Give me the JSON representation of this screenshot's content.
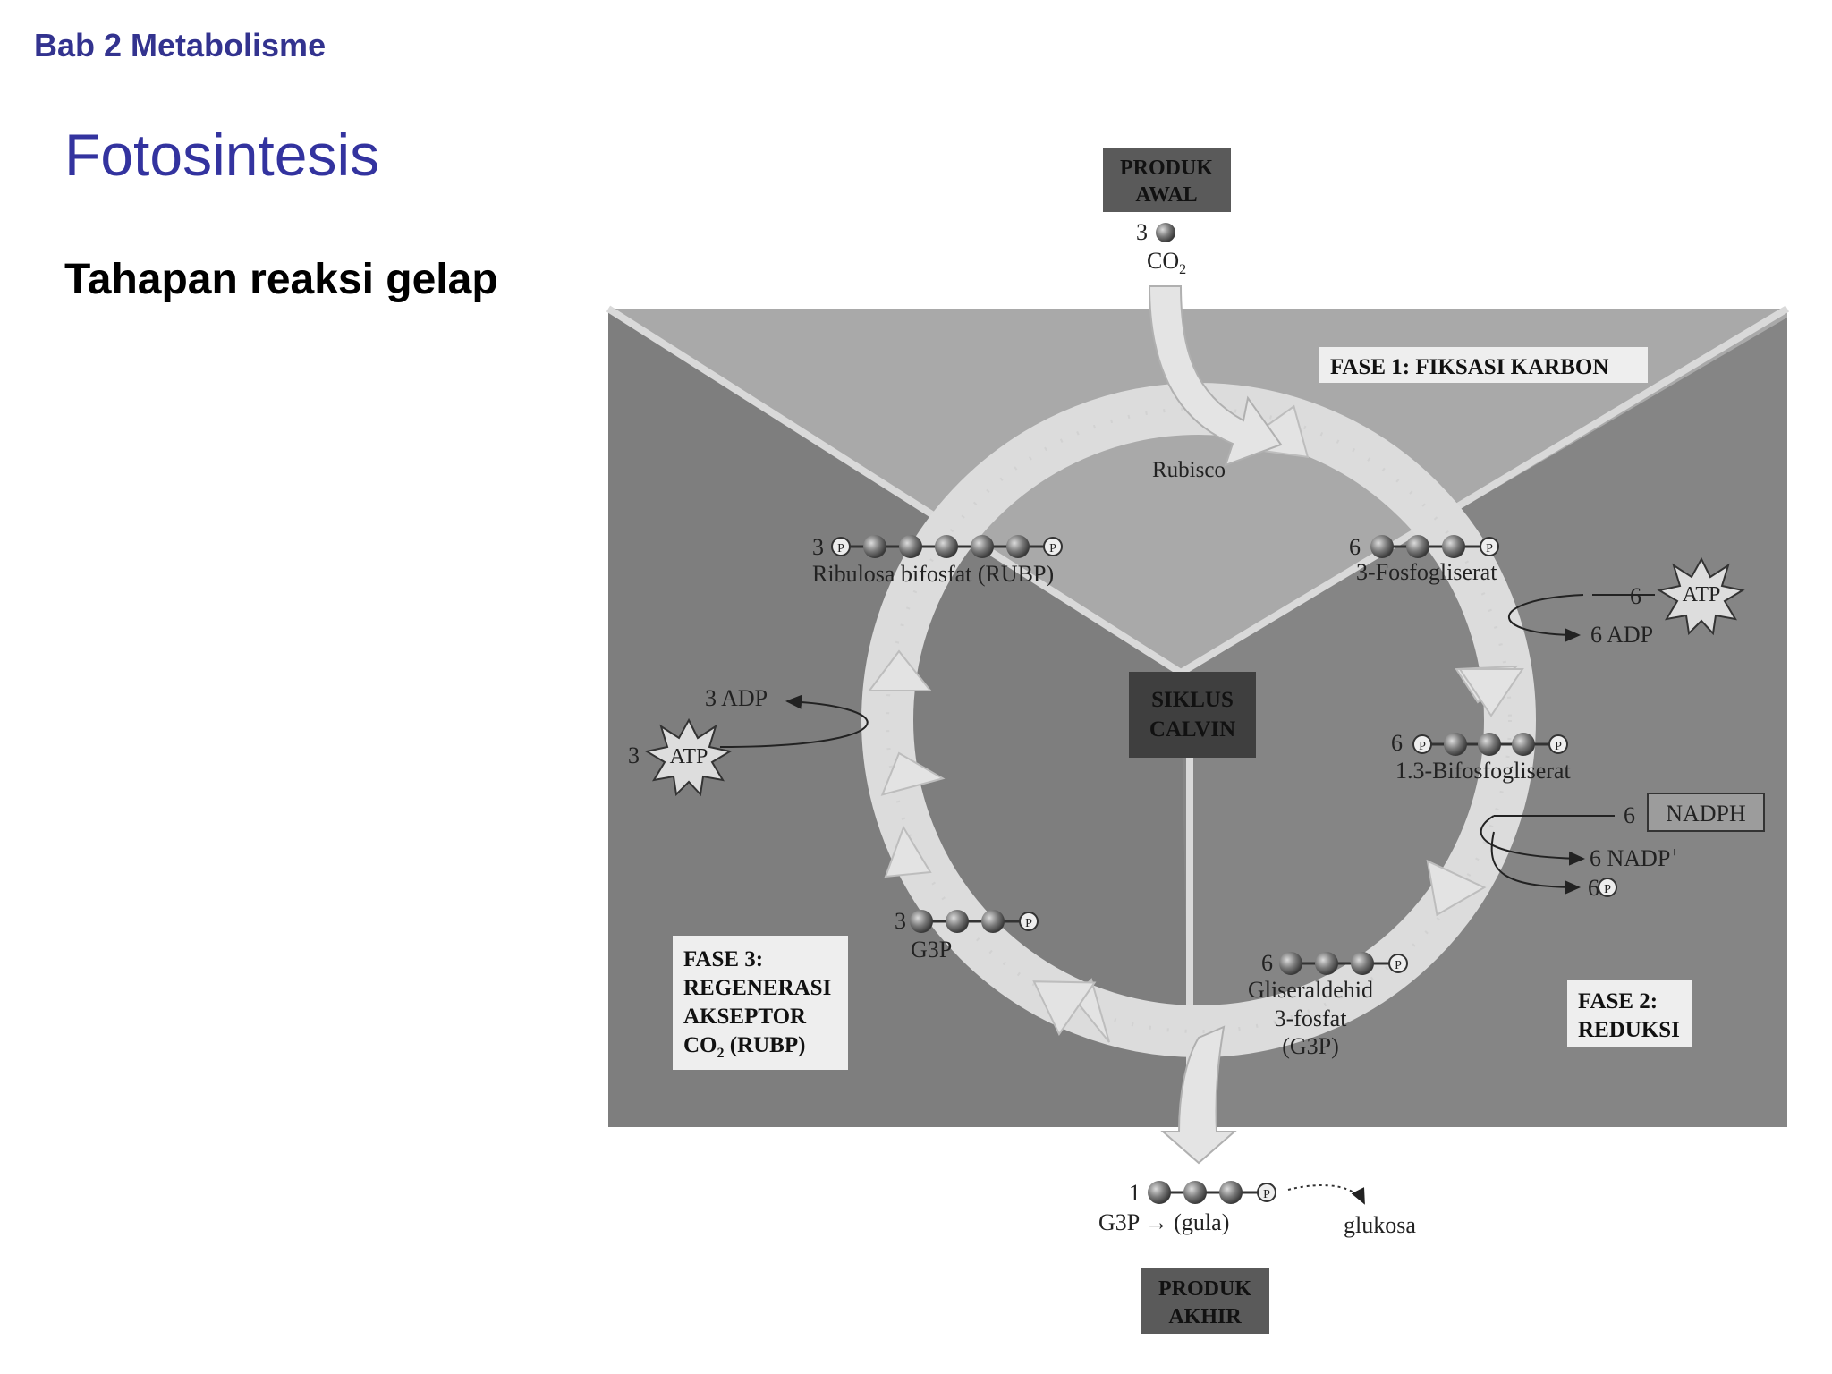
{
  "header": {
    "chapter": "Bab 2 Metabolisme",
    "title": "Fotosintesis",
    "subtitle": "Tahapan reaksi gelap"
  },
  "diagram": {
    "initial_product": {
      "line1": "PRODUK",
      "line2": "AWAL"
    },
    "co2_input": {
      "count": "3",
      "formula": "CO",
      "sub": "2"
    },
    "phase1": "FASE 1: FIKSASI KARBON",
    "enzyme": "Rubisco",
    "rubp": {
      "count": "3",
      "label": "Ribulosa bifosfat (RUBP)"
    },
    "pga": {
      "count": "6",
      "label": "3-Fosfogliserat"
    },
    "atp_right": {
      "count": "6",
      "label": "ATP"
    },
    "adp_right": "6 ADP",
    "center": {
      "line1": "SIKLUS",
      "line2": "CALVIN"
    },
    "adp_left": "3 ADP",
    "atp_left": {
      "count": "3",
      "label": "ATP"
    },
    "bpg": {
      "count": "6",
      "label": "1.3-Bifosfogliserat"
    },
    "nadph": {
      "count": "6",
      "label": "NADPH"
    },
    "nadp": {
      "text": "6 NADP",
      "sup": "+"
    },
    "pi": {
      "count": "6"
    },
    "g3p_left": {
      "count": "3",
      "label": "G3P"
    },
    "g3p_right": {
      "count": "6",
      "line1": "Gliseraldehid",
      "line2": "3-fosfat",
      "line3": "(G3P)"
    },
    "phase3": {
      "line1": "FASE 3:",
      "line2": "REGENERASI",
      "line3": "AKSEPTOR",
      "line4a": "CO",
      "line4sub": "2",
      "line4b": " (RUBP)"
    },
    "phase2": {
      "line1": "FASE 2:",
      "line2": "REDUKSI"
    },
    "output": {
      "count": "1",
      "label": "G3P → (gula)"
    },
    "glucose": "glukosa",
    "final_product": {
      "line1": "PRODUK",
      "line2": "AKHIR"
    },
    "phosphate_symbol": "P"
  }
}
